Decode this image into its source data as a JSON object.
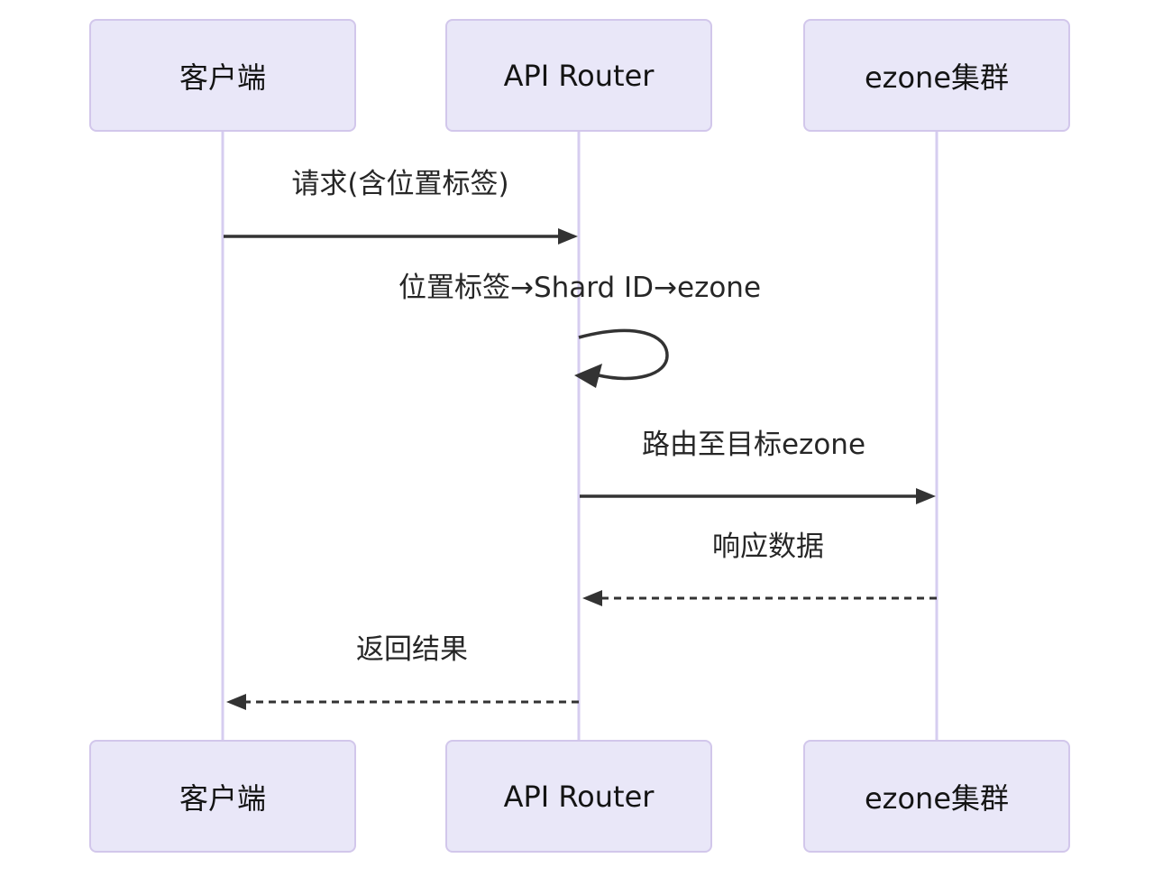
{
  "diagram": {
    "kind": "sequence-diagram",
    "actors": [
      {
        "id": "client",
        "label": "客户端"
      },
      {
        "id": "api-router",
        "label": "API Router"
      },
      {
        "id": "ezone-cluster",
        "label": "ezone集群"
      }
    ],
    "messages": [
      {
        "from": "客户端",
        "to": "API Router",
        "label": "请求(含位置标签)",
        "line": "solid",
        "arrow": "filled-right"
      },
      {
        "from": "API Router",
        "to": "API Router",
        "label": "位置标签→Shard ID→ezone",
        "line": "self-loop",
        "arrow": "filled-left"
      },
      {
        "from": "API Router",
        "to": "ezone集群",
        "label": "路由至目标ezone",
        "line": "solid",
        "arrow": "filled-right"
      },
      {
        "from": "ezone集群",
        "to": "API Router",
        "label": "响应数据",
        "line": "dashed",
        "arrow": "filled-left"
      },
      {
        "from": "API Router",
        "to": "客户端",
        "label": "返回结果",
        "line": "dashed",
        "arrow": "filled-left"
      }
    ],
    "colors": {
      "background": "#ffffff",
      "actor_fill": "#e9e7f8",
      "actor_border": "#d2c7eb",
      "lifeline": "#d6cdf0",
      "arrow": "#333333",
      "message_text": "#262626",
      "actor_text": "#141414"
    }
  }
}
